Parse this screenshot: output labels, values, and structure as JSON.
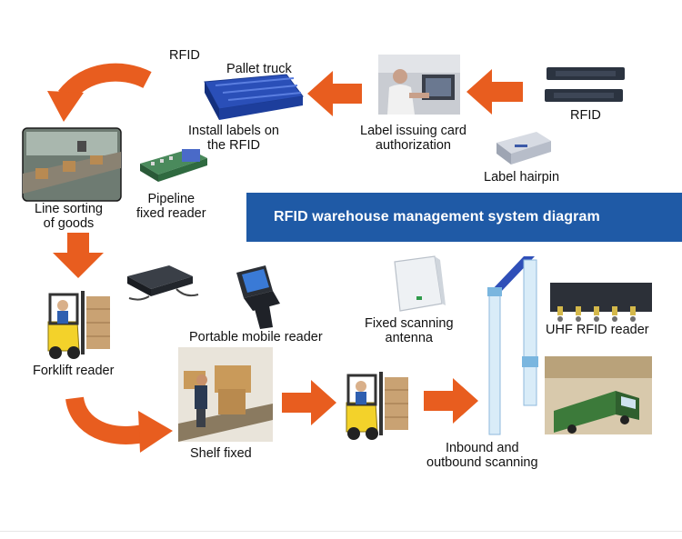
{
  "title": "RFID warehouse management system diagram",
  "colors": {
    "arrow": "#e85d1f",
    "banner": "#1f5aa6",
    "banner_text": "#ffffff"
  },
  "labels": {
    "rfid_top": "RFID",
    "pallet_truck": "Pallet truck",
    "install_labels_l1": "Install labels on",
    "install_labels_l2": "the RFID",
    "label_issuing_l1": "Label issuing card",
    "label_issuing_l2": "authorization",
    "rfid_tag": "RFID",
    "label_hairpin": "Label hairpin",
    "line_sorting_l1": "Line sorting",
    "line_sorting_l2": "of goods",
    "pipeline_l1": "Pipeline",
    "pipeline_l2": "fixed reader",
    "portable_reader": "Portable mobile reader",
    "fixed_antenna_l1": "Fixed scanning",
    "fixed_antenna_l2": "antenna",
    "uhf_reader": "UHF RFID reader",
    "forklift_reader": "Forklift reader",
    "shelf_fixed": "Shelf fixed",
    "inbound_l1": "Inbound and",
    "inbound_l2": "outbound scanning"
  },
  "icons": [
    "pallet-icon",
    "operator-photo",
    "rfid-tag-icon",
    "label-hairpin-icon",
    "conveyor-photo",
    "pipeline-reader-icon",
    "forklift-icon",
    "vehicle-reader-icon",
    "handheld-reader-icon",
    "panel-antenna-icon",
    "shelf-photo",
    "gate-antenna-icon",
    "uhf-reader-icon",
    "truck-photo"
  ]
}
